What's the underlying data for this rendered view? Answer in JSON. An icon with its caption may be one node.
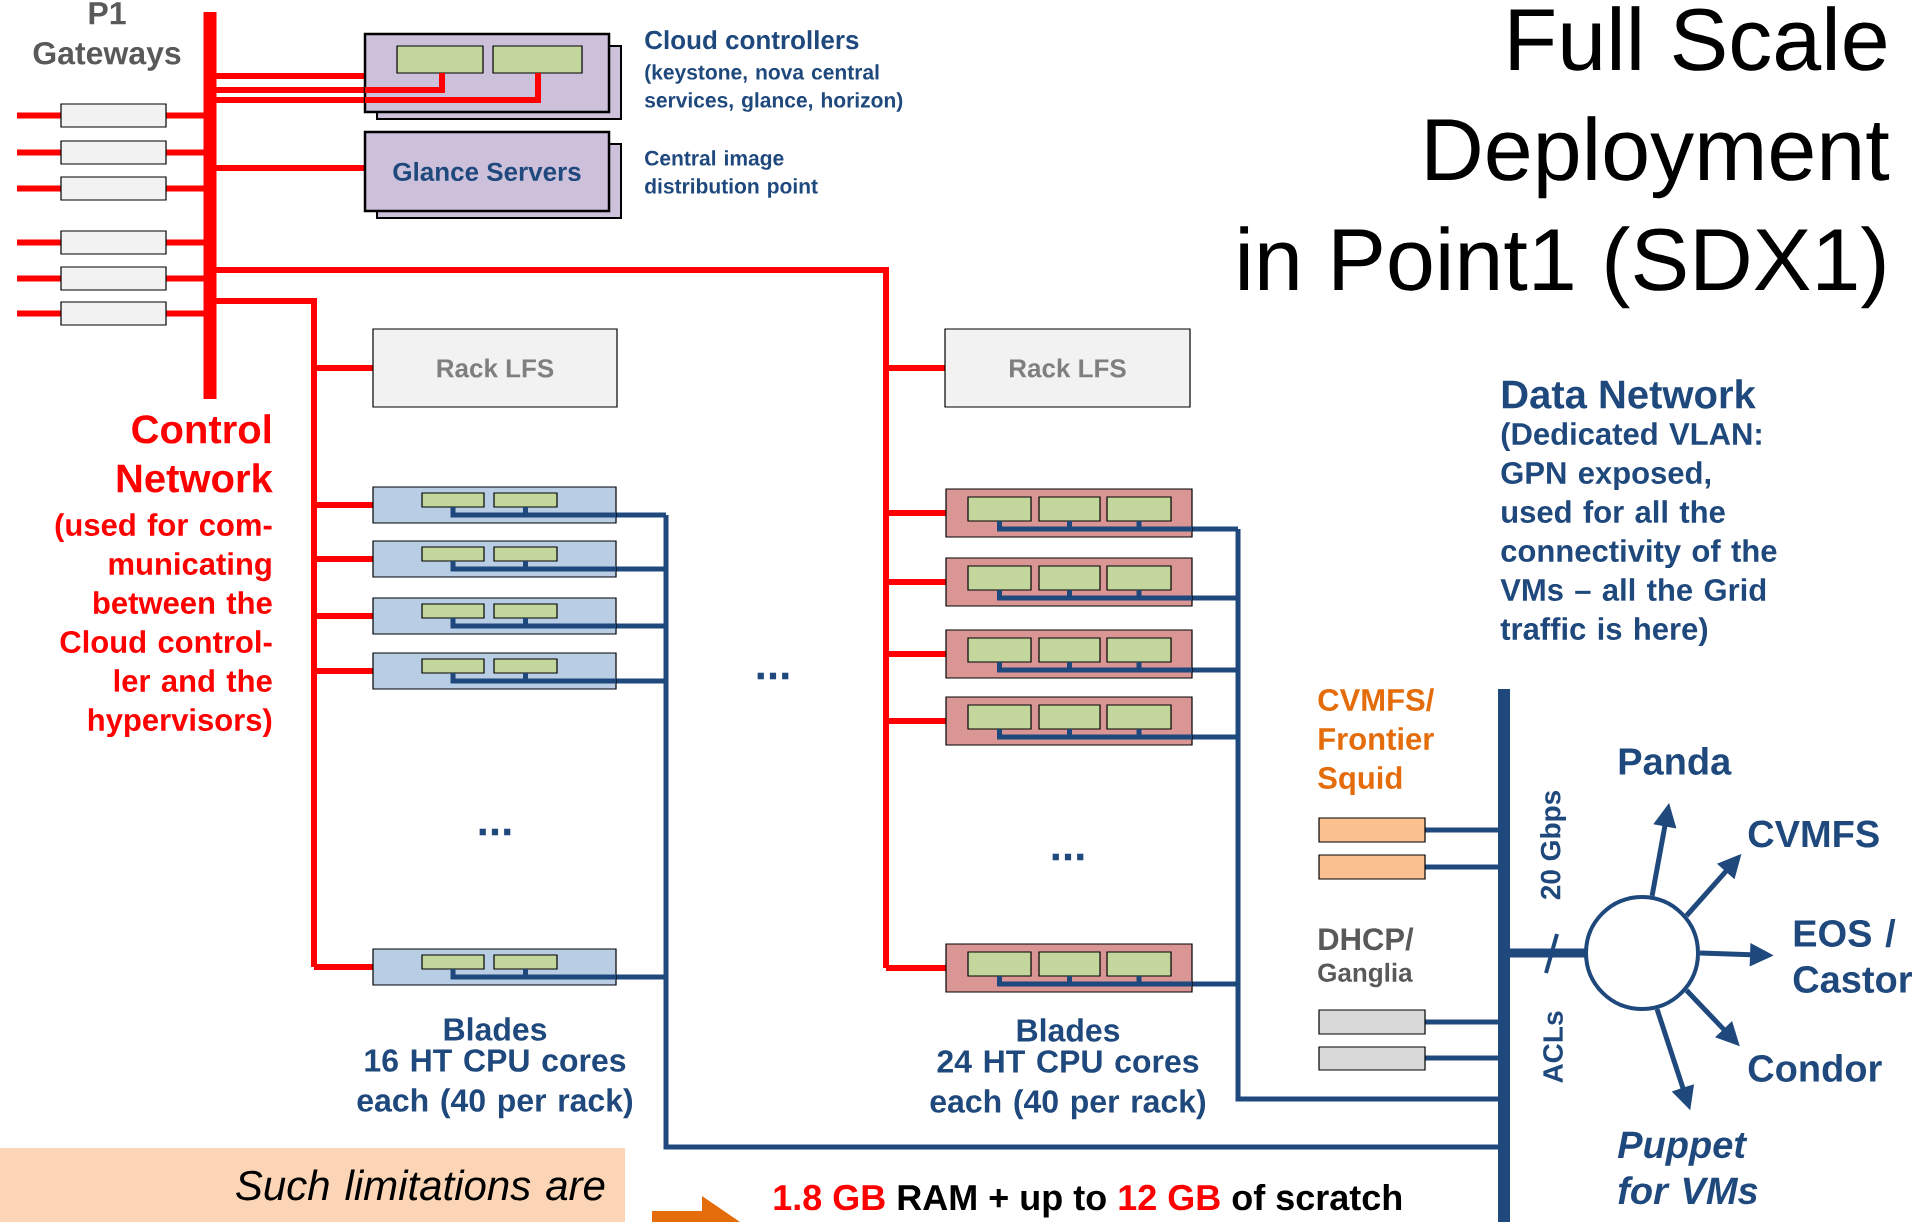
{
  "diagram": {
    "title": "Full Scale Deployment in Point1 (SDX1)",
    "nodes": [
      {
        "text": [],
        "shape": "box"
      },
      {
        "text": [],
        "shape": "box"
      },
      {
        "text": [],
        "shape": "box"
      },
      {
        "text": [],
        "shape": "box"
      },
      {
        "text": [],
        "shape": "box"
      },
      {
        "text": [],
        "shape": "box"
      },
      {
        "text": [
          "Cloud controllers",
          "(keystone, nova central services, glance, horizon)"
        ]
      },
      {
        "text": [
          "Glance Servers"
        ],
        "beside": [
          "Central image distribution point"
        ]
      },
      {
        "text": [
          "Rack LFS"
        ]
      },
      {
        "text": [
          "Rack LFS"
        ]
      },
      {
        "text": [],
        "shape": "box"
      },
      {
        "text": [],
        "shape": "box"
      },
      {
        "text": [],
        "shape": "box"
      },
      {
        "text": [],
        "shape": "box"
      },
      {
        "text": [],
        "shape": "box"
      },
      {
        "text": [],
        "shape": "box"
      },
      {
        "text": [],
        "shape": "box"
      },
      {
        "text": [],
        "shape": "box"
      },
      {
        "text": [],
        "shape": "box"
      },
      {
        "text": [],
        "shape": "box"
      },
      {
        "text": [],
        "shape": "box"
      },
      {
        "text": [],
        "shape": "box"
      },
      {
        "text": [],
        "shape": "box"
      },
      {
        "text": [],
        "shape": "box"
      },
      {
        "text": [],
        "shape": "circle"
      },
      {
        "text": [
          "Panda"
        ]
      },
      {
        "text": [
          "CVMFS"
        ]
      },
      {
        "text": [
          "EOS / Castor"
        ]
      },
      {
        "text": [
          "Condor"
        ]
      },
      {
        "text": [
          "Puppet for VMs"
        ]
      },
      {
        "text": [
          "Such limitations are"
        ]
      }
    ],
    "edges": [
      {
        "from": 24,
        "to": 25,
        "arrow": "to"
      },
      {
        "from": 24,
        "to": 26,
        "arrow": "to"
      },
      {
        "from": 24,
        "to": 27,
        "arrow": "to"
      },
      {
        "from": 24,
        "to": 28,
        "arrow": "to"
      },
      {
        "from": 24,
        "to": 29,
        "arrow": "to"
      }
    ],
    "labels": [
      "P1 Gateways",
      "Control Network",
      "(used for com- municating between the Cloud control- ler and the hypervisors)",
      "...",
      "...",
      "...",
      "Data Network",
      "(Dedicated VLAN: GPN exposed, used for all the connectivity of the VMs – all the Grid traffic is here)",
      "CVMFS/ Frontier Squid",
      "20 Gbps",
      "DHCP/",
      "Ganglia",
      "ACLs",
      "Blades",
      "16 HT CPU cores each (40 per rack)",
      "Blades",
      "24 HT CPU cores each (40 per rack)",
      "1.8 GB",
      "RAM + up to",
      "12 GB",
      "of scratch"
    ]
  }
}
